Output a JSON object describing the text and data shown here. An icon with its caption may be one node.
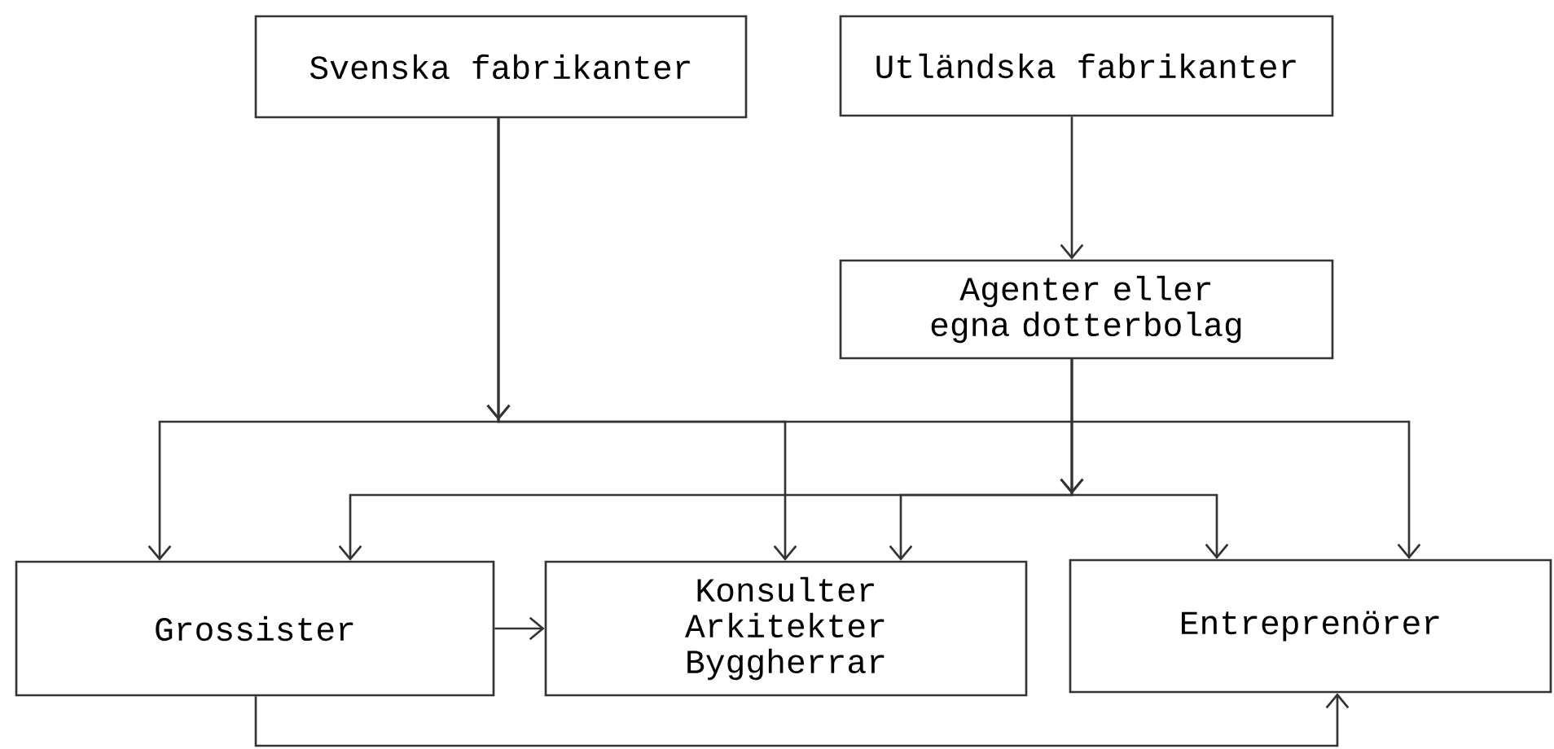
{
  "diagram": {
    "nodes": [
      {
        "text": [
          "Svenska fabrikanter"
        ]
      },
      {
        "text": [
          "Utländska fabrikanter"
        ]
      },
      {
        "text": [
          "Agenter eller egna dotterbolag"
        ]
      },
      {
        "text": [
          "Grossister"
        ]
      },
      {
        "text": [
          "Konsulter",
          "Arkitekter",
          "Byggherrar"
        ]
      },
      {
        "text": [
          "Entreprenörer"
        ]
      }
    ],
    "edges": [
      {
        "from": 0,
        "to": 3,
        "arrow": "to"
      },
      {
        "from": 0,
        "to": 4,
        "arrow": "to"
      },
      {
        "from": 0,
        "to": 5,
        "arrow": "to"
      },
      {
        "from": 1,
        "to": 2,
        "arrow": "to"
      },
      {
        "from": 2,
        "to": 3,
        "arrow": "to"
      },
      {
        "from": 2,
        "to": 4,
        "arrow": "to"
      },
      {
        "from": 2,
        "to": 5,
        "arrow": "to"
      },
      {
        "from": 3,
        "to": 4,
        "arrow": "to"
      },
      {
        "from": 3,
        "to": 5,
        "arrow": "to"
      }
    ]
  }
}
